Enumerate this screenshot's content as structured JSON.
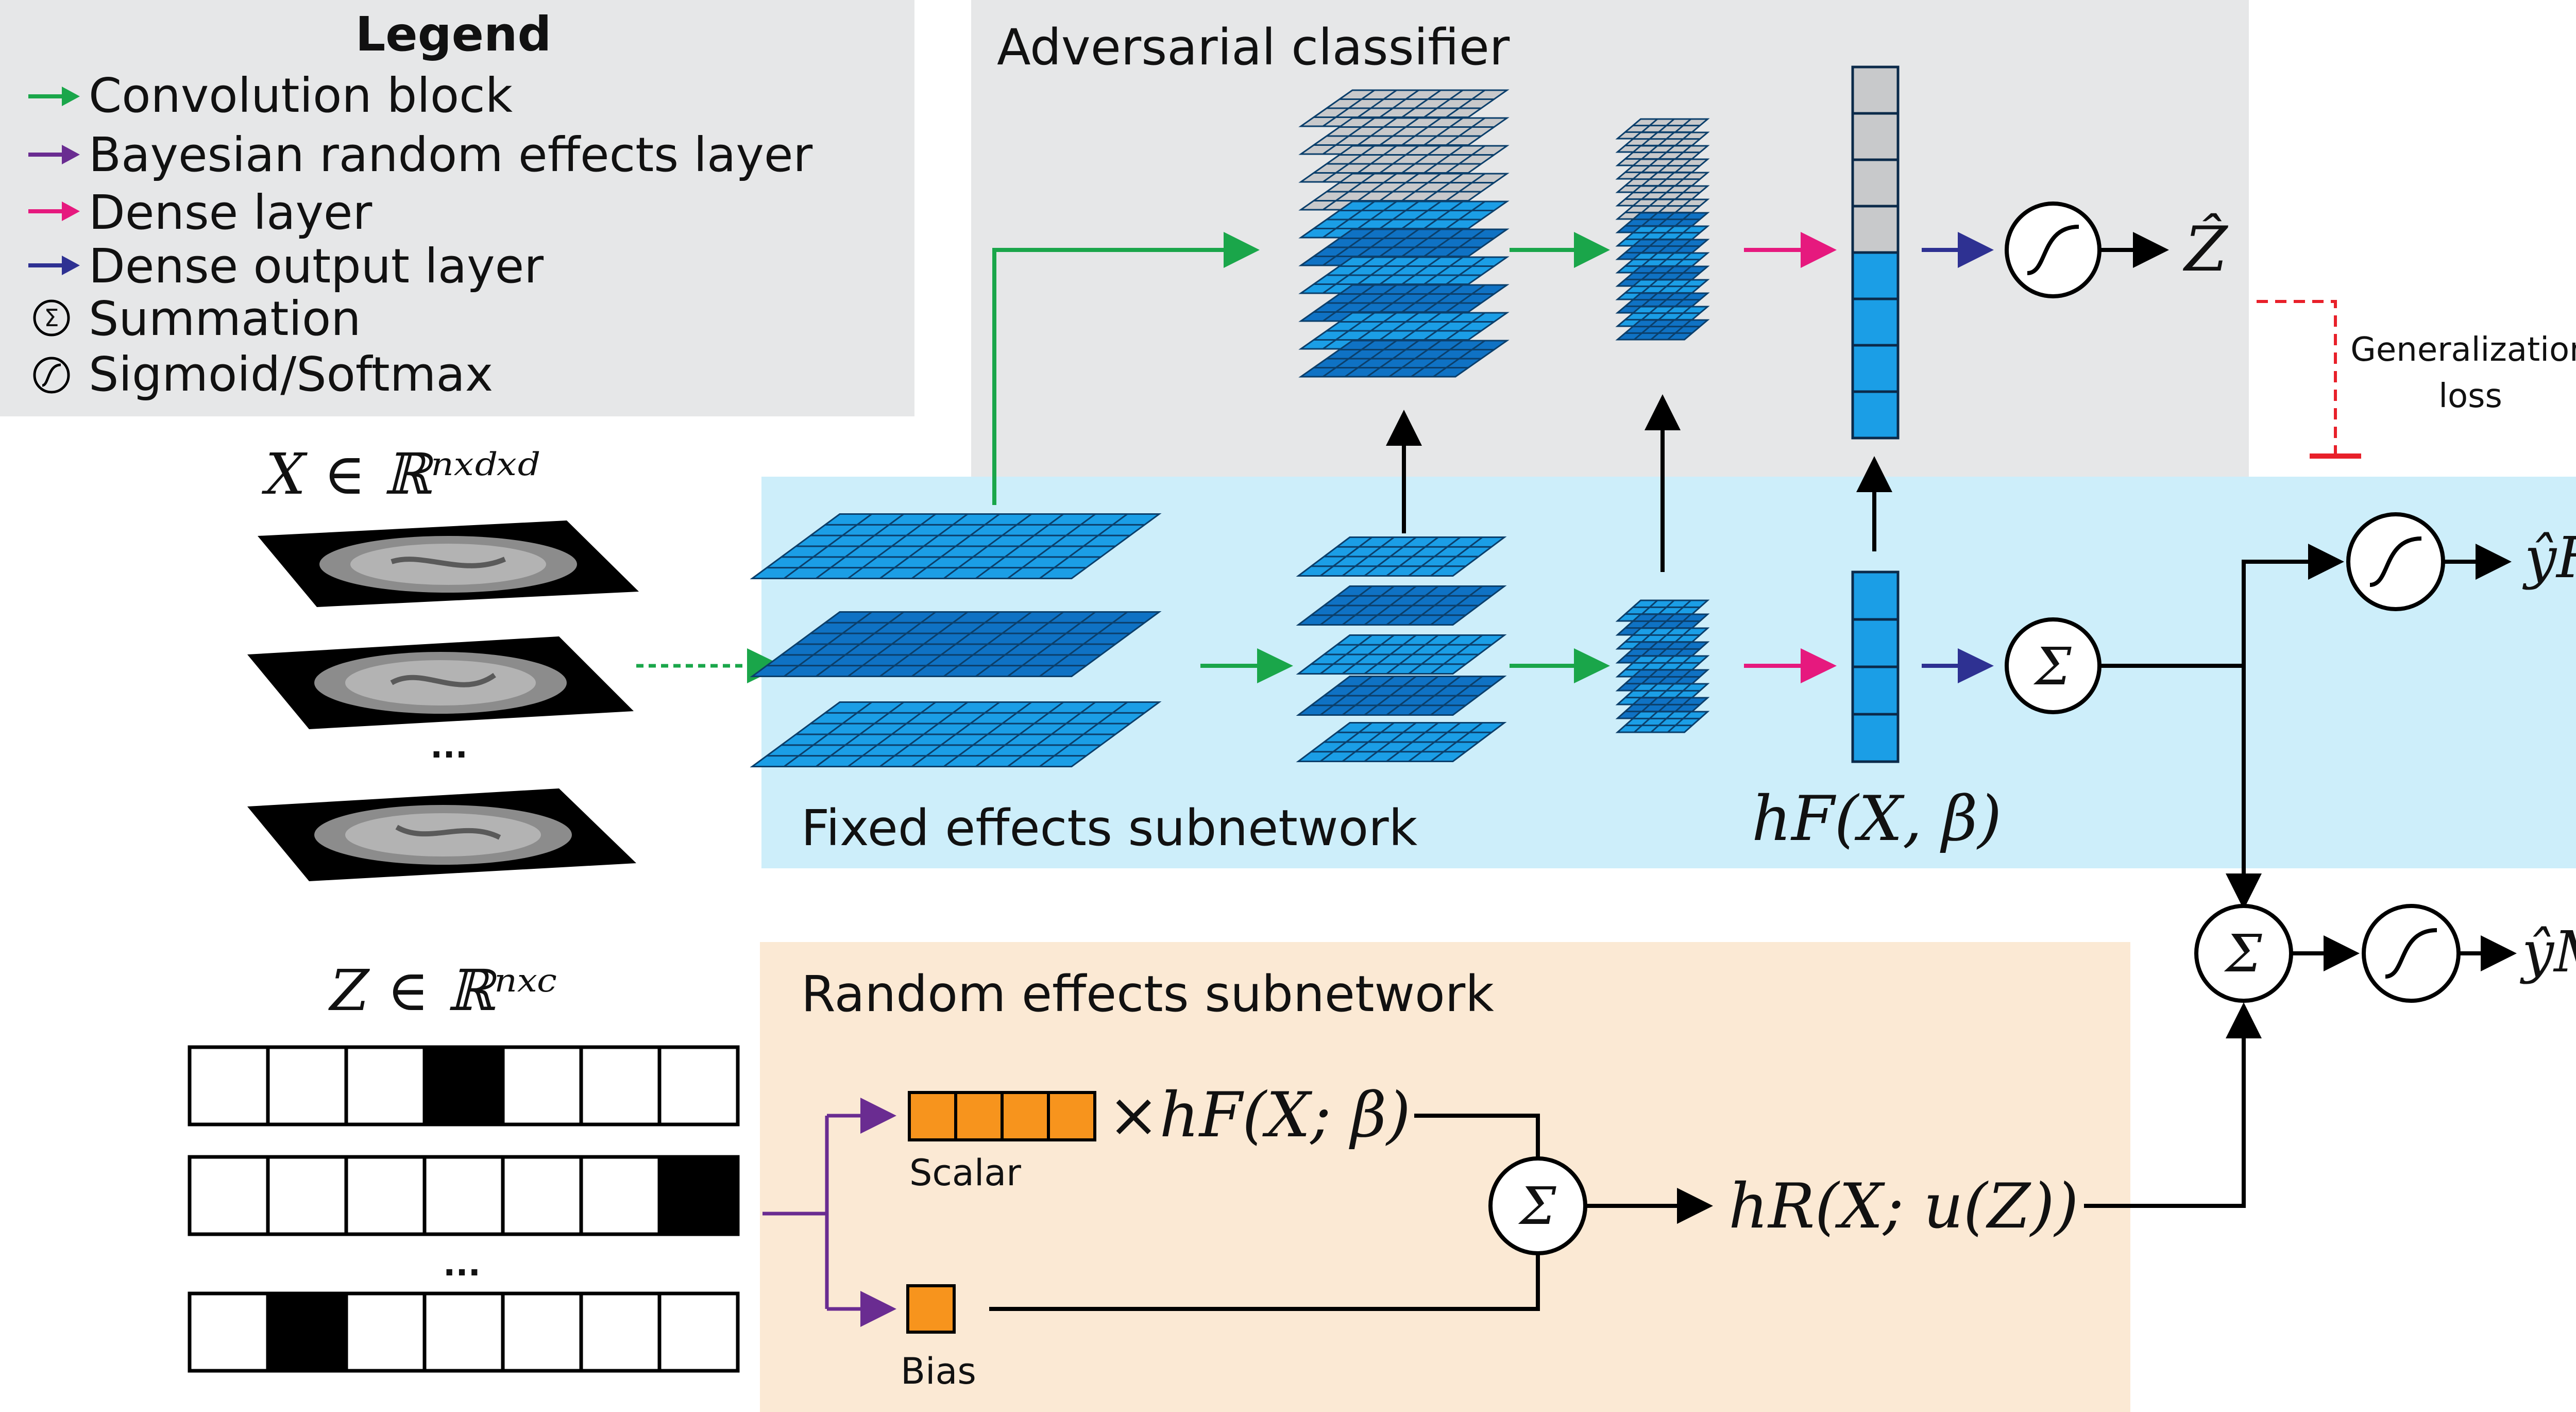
{
  "legend": {
    "title": "Legend",
    "items": [
      {
        "label": "Convolution block",
        "color": "#1aa64a",
        "icon": "arrow-icon"
      },
      {
        "label": "Bayesian random effects layer",
        "color": "#6a2c91",
        "icon": "arrow-icon"
      },
      {
        "label": "Dense layer",
        "color": "#e6197e",
        "icon": "arrow-icon"
      },
      {
        "label": "Dense output layer",
        "color": "#2e3192",
        "icon": "arrow-icon"
      },
      {
        "label": "Summation",
        "icon": "sigma-icon"
      },
      {
        "label": "Sigmoid/Softmax",
        "icon": "sigmoid-icon"
      }
    ]
  },
  "panels": {
    "adversarial": "Adversarial classifier",
    "fixed": "Fixed effects subnetwork",
    "random": "Random effects subnetwork"
  },
  "inputs": {
    "x_label": "X ∈ ℝⁿˣᵈˣᵈ",
    "z_label": "Z ∈ ℝⁿˣᶜ",
    "x_ellipsis": "...",
    "z_ellipsis": "...",
    "z_rows": [
      {
        "active": 3
      },
      {
        "active": 6
      },
      {
        "active": 1
      }
    ]
  },
  "math": {
    "hF": "hF(X, β)",
    "scalar_term": "×hF(X; β)",
    "hR": "hR(X; u(Z))",
    "z_hat": "Ẑ",
    "yF_hat": "ŷF",
    "yM_hat": "ŷM",
    "sigma": "Σ"
  },
  "random_effects": {
    "scalar": "Scalar",
    "bias": "Bias"
  },
  "generalization": {
    "line1": "Generalization",
    "line2": "loss"
  },
  "colors": {
    "convolution": "#1aa64a",
    "random_effects": "#6a2c91",
    "dense": "#e6197e",
    "dense_output": "#2e3192",
    "generalization": "#e8202a",
    "legend_bg": "#e6e7e8",
    "adversarial_bg": "#e6e7e8",
    "fixed_bg": "#cdeefa",
    "random_bg": "#fbe9d4",
    "feature_blue": "#1b9ee6",
    "feature_dark": "#0f72c4",
    "feature_gray": "#c8c9cb",
    "orange": "#f7941d"
  }
}
